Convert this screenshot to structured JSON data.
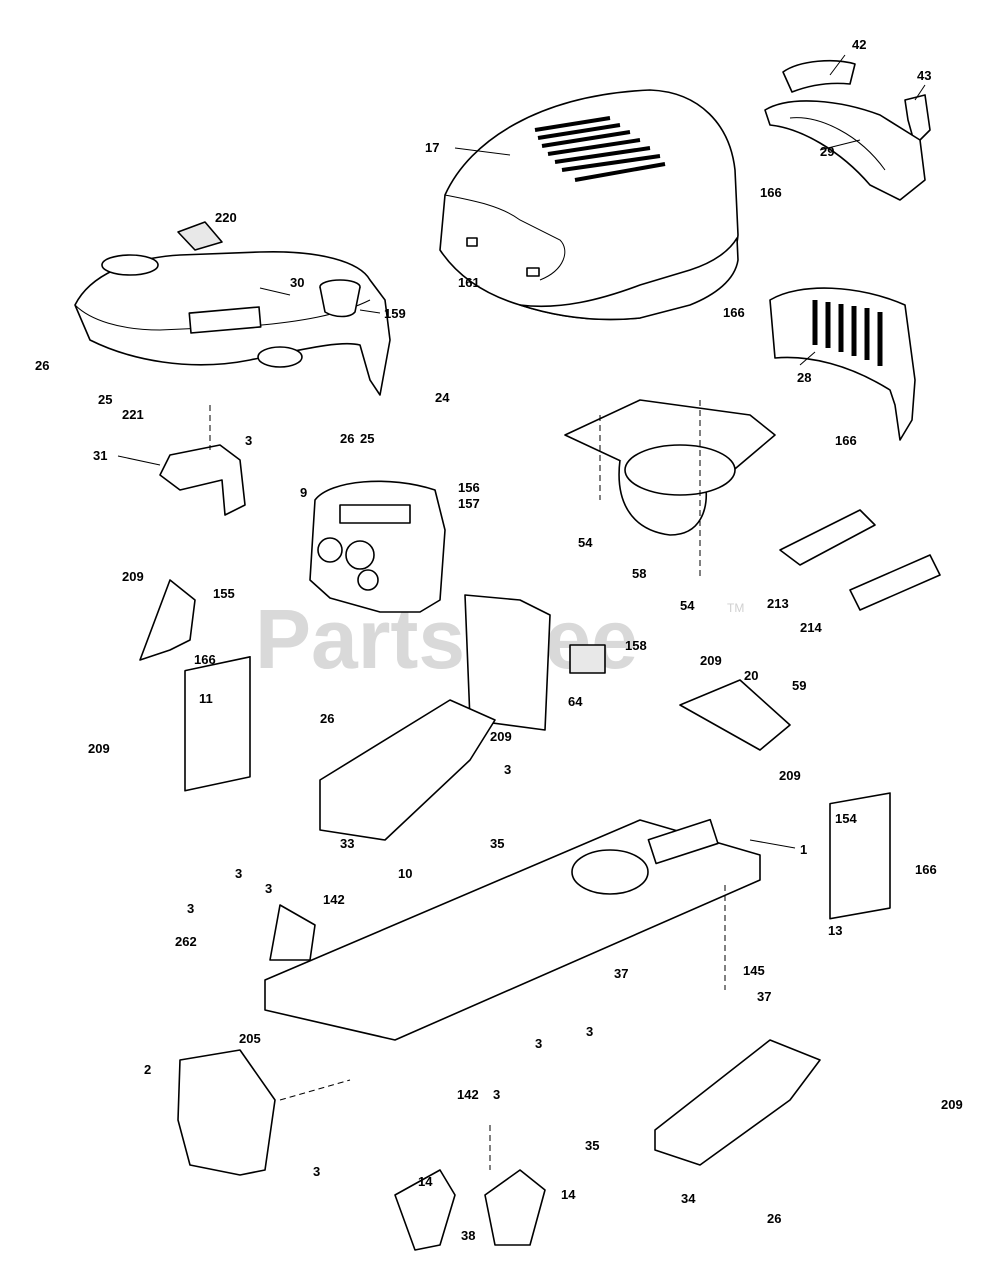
{
  "watermark": {
    "text": "PartsTree",
    "mark": "TM"
  },
  "labels": [
    "42",
    "43",
    "17",
    "29",
    "166",
    "220",
    "30",
    "159",
    "161",
    "26",
    "25",
    "221",
    "24",
    "166",
    "28",
    "31",
    "3",
    "25",
    "26",
    "166",
    "9",
    "156",
    "157",
    "54",
    "58",
    "54",
    "213",
    "214",
    "209",
    "155",
    "166",
    "158",
    "64",
    "11",
    "209",
    "26",
    "209",
    "20",
    "59",
    "209",
    "3",
    "35",
    "33",
    "10",
    "154",
    "209",
    "166",
    "1",
    "3",
    "3",
    "142",
    "3",
    "262",
    "13",
    "145",
    "37",
    "37",
    "205",
    "2",
    "142",
    "3",
    "3",
    "3",
    "209",
    "35",
    "3",
    "14",
    "14",
    "34",
    "26",
    "38"
  ]
}
